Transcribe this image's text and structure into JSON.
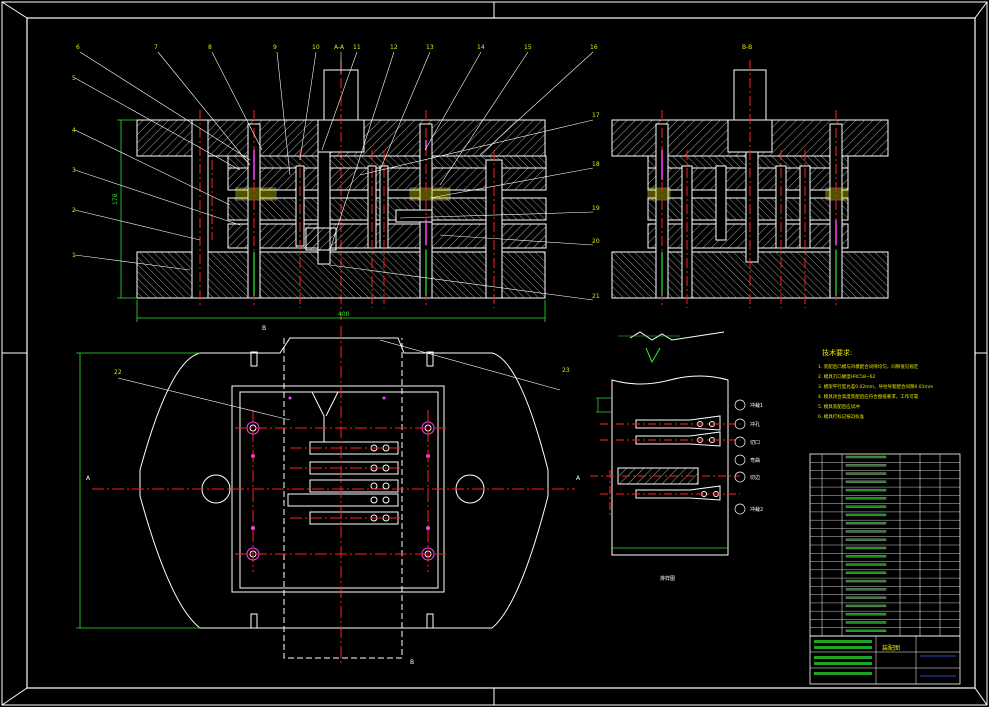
{
  "drawing": {
    "section_a_label": "A-A",
    "section_b_label": "B-B",
    "view_marks": {
      "a_left": "A",
      "a_right": "A",
      "b_top": "B",
      "b_bottom": "B"
    },
    "callouts_front": [
      "6",
      "7",
      "8",
      "9",
      "10",
      "11",
      "12",
      "13",
      "14",
      "15",
      "16",
      "17",
      "18",
      "19",
      "20",
      "21"
    ],
    "callouts_left": [
      "5",
      "4",
      "3",
      "2",
      "1"
    ],
    "callout_plan_left": "22",
    "callout_plan_right": "23",
    "tech_title": "技术要求:",
    "tech_notes": [
      "1. 装配后凸模与凹模配合间隙均匀，间隙值见规定",
      "2. 模具刃口硬度HRC58~62",
      "3. 模架平行度允差0.02mm，导柱导套配合间隙0.01mm",
      "4. 模具闭合高度装配后应符合图纸要求，工作可靠",
      "5. 模具装配后应试冲",
      "6. 模具打标记按ZJ标准"
    ],
    "strip_steps": [
      "冲裁1",
      "冲孔",
      "切口",
      "弯曲",
      "切边",
      "冲裁2"
    ],
    "strip_caption": "排样图",
    "title_block_name": "装配图",
    "bom_rows": 22,
    "colors": {
      "background": "#000000",
      "outline": "#ffffff",
      "centerline": "#ff2020",
      "dimension": "#2ee82e",
      "hatch": "#d8d8d8",
      "highlight": "#ff40ff",
      "yellow": "#e8e800"
    }
  }
}
